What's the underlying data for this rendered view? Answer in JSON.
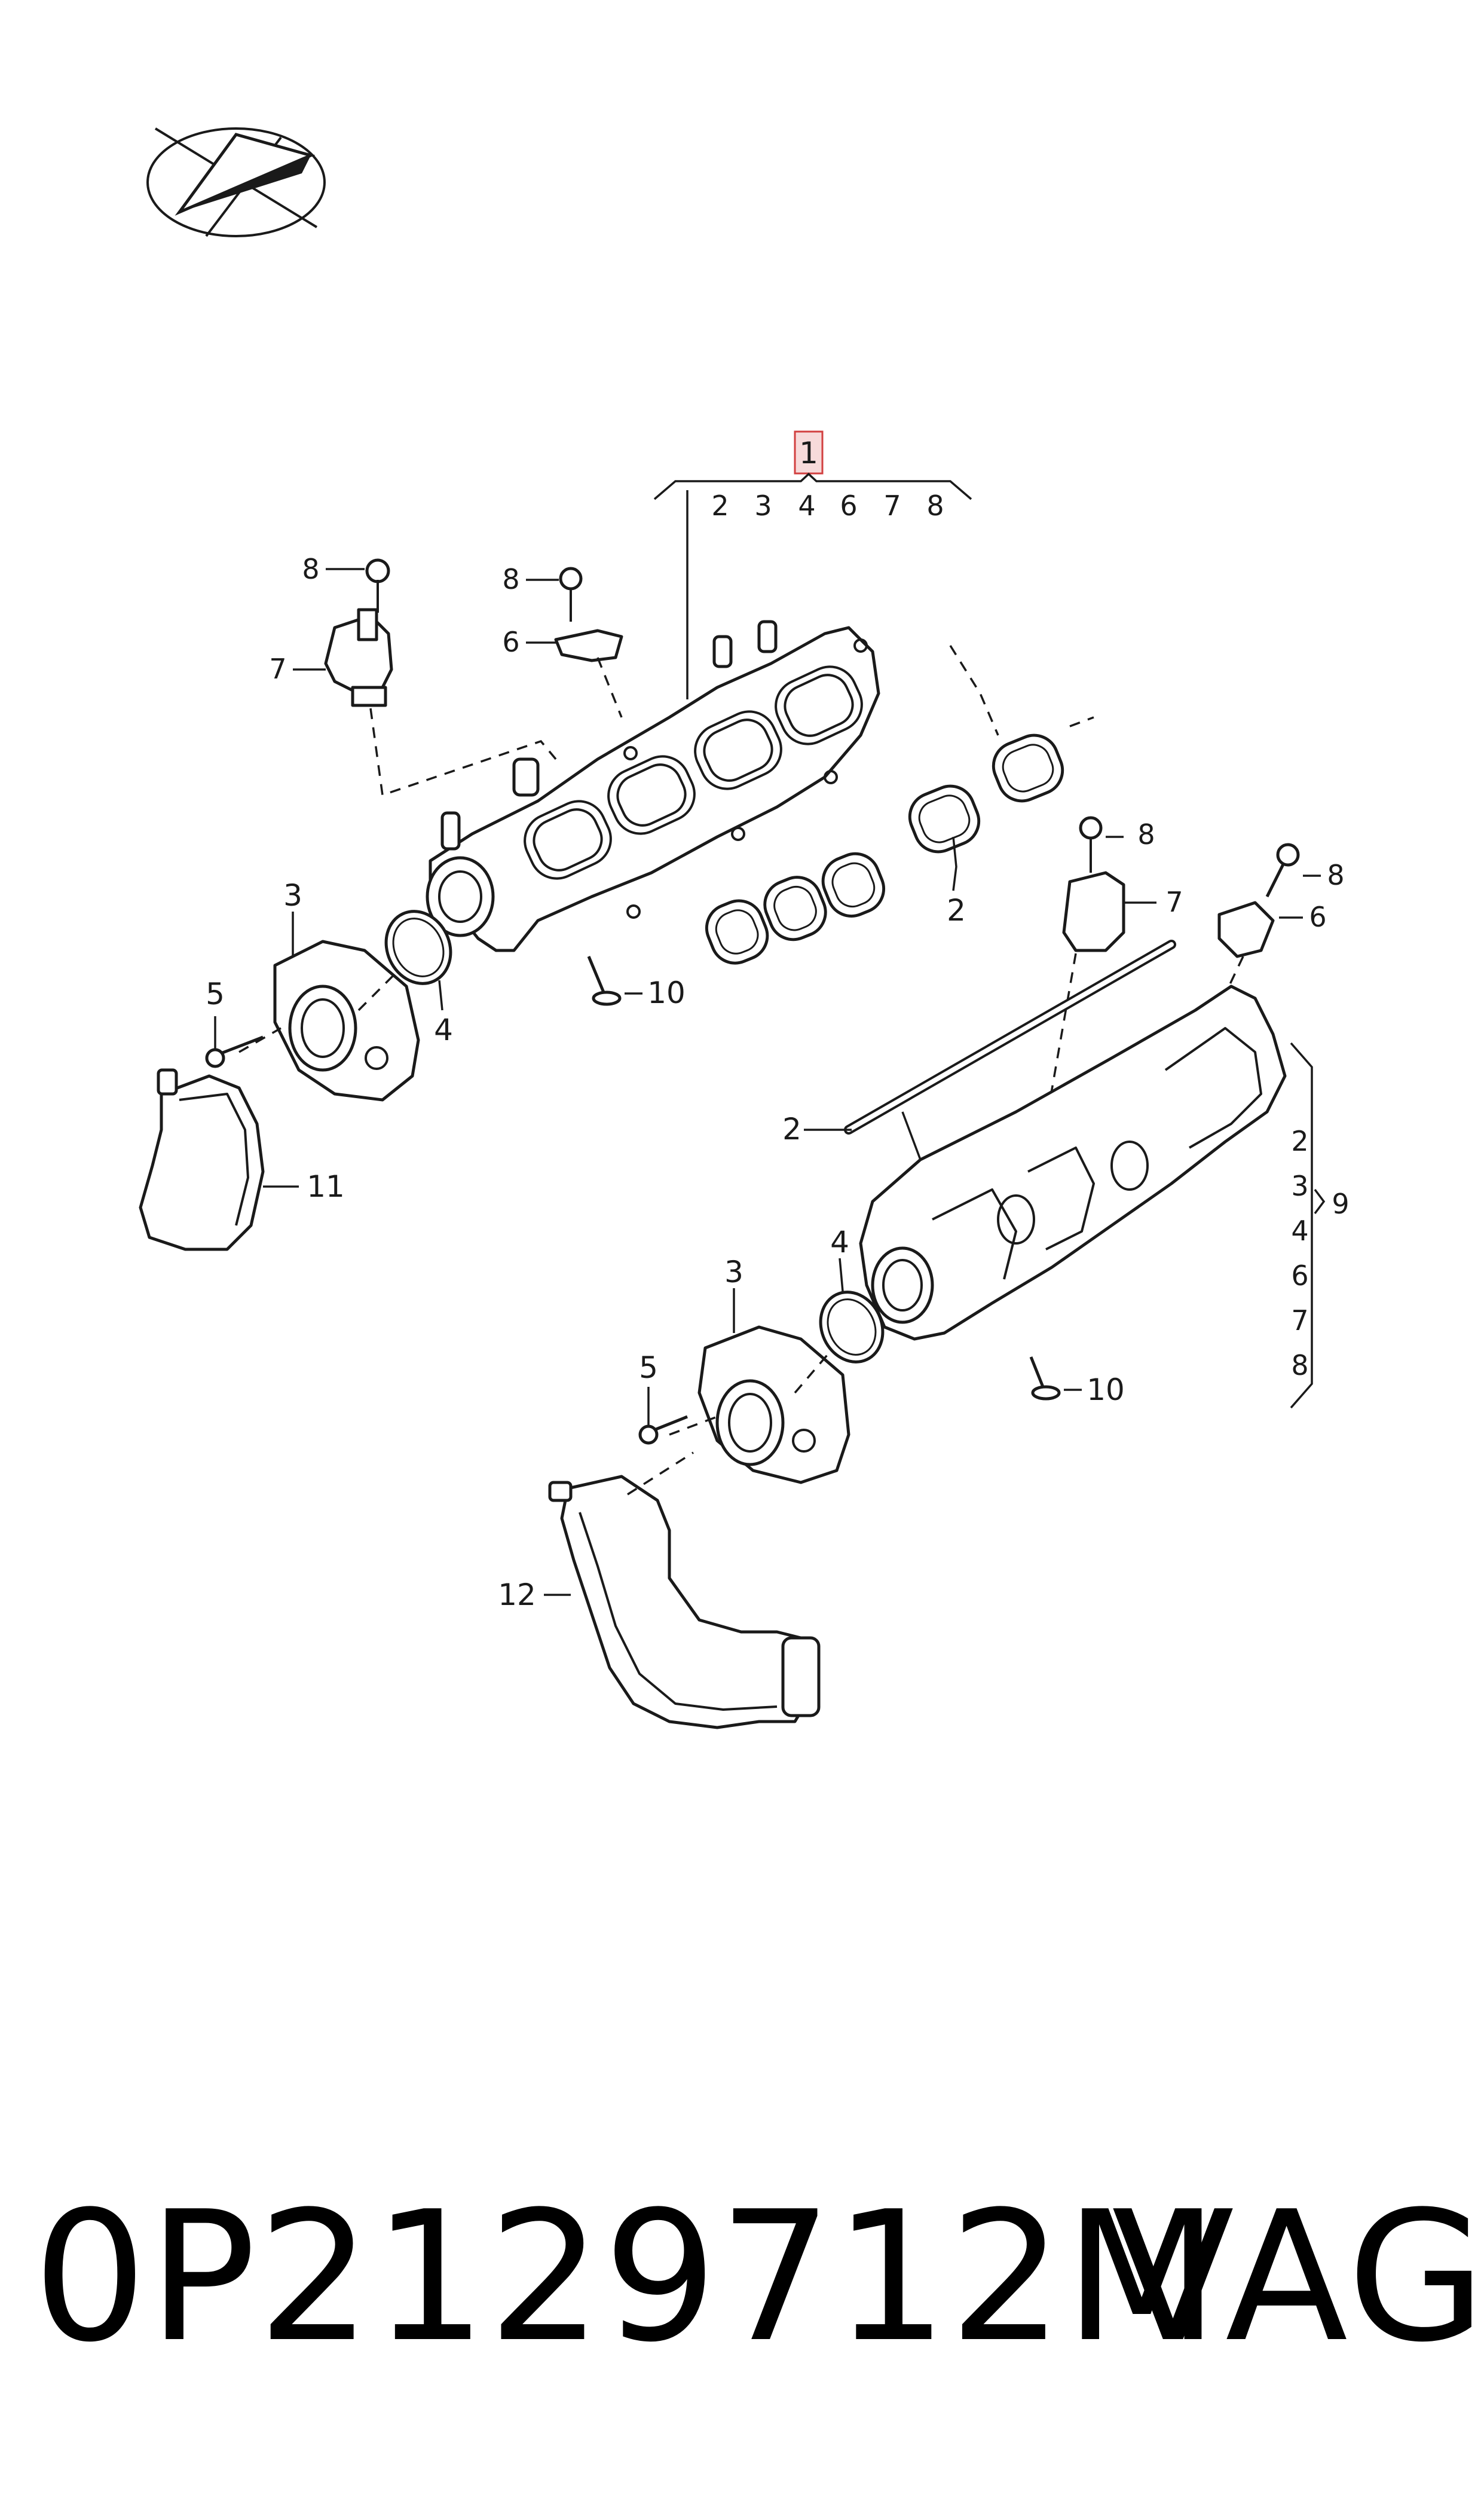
{
  "footer": {
    "part_number": "0P2129712M",
    "brand": "VAG"
  },
  "callouts": {
    "c1": "1",
    "c1_group": [
      "2",
      "3",
      "4",
      "6",
      "7",
      "8"
    ],
    "c9": "9",
    "c9_group": [
      "2",
      "3",
      "4",
      "6",
      "7",
      "8"
    ],
    "top_left": {
      "sensor_bolt": "8",
      "sensor": "7",
      "bracket_bolt": "8",
      "bracket": "6",
      "throttle": "3",
      "o_ring": "4",
      "screw": "5",
      "bolt_bottom": "10",
      "hose": "11"
    },
    "right": {
      "gasket_upper": "2",
      "sensor_bolt": "8",
      "sensor": "7",
      "bracket_bolt": "8",
      "bracket": "6",
      "gasket_strip": "2",
      "o_ring": "4",
      "throttle": "3",
      "screw": "5",
      "bolt_bottom": "10",
      "hose": "12"
    }
  },
  "icons": {
    "logo": "compass-triangle-logo-icon"
  },
  "colors": {
    "line": "#1a1a1a",
    "highlight_fill": "#f7dada",
    "highlight_stroke": "#d24040"
  }
}
